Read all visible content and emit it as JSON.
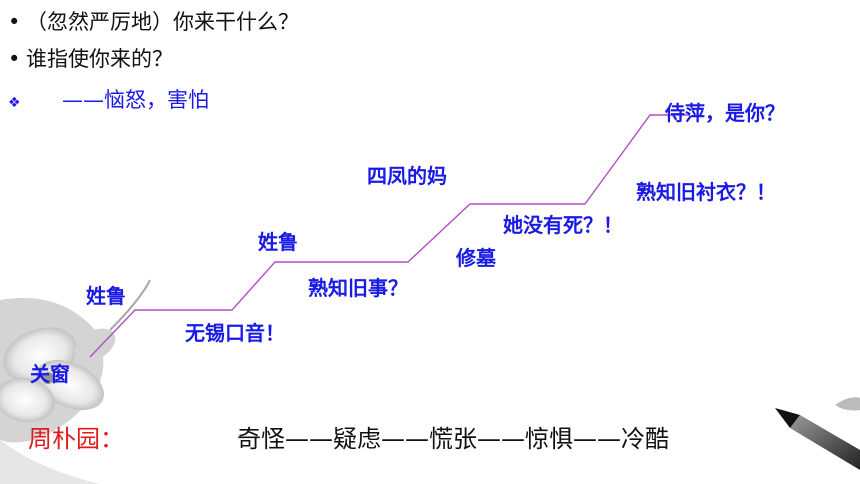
{
  "bullets": [
    {
      "marker": "•",
      "text": "（忽然严厉地）你来干什么？"
    },
    {
      "marker": "•",
      "text": "谁指使你来的？"
    }
  ],
  "emotion": {
    "marker": "❖",
    "text": "——恼怒，害怕"
  },
  "steps": {
    "guanchuang": "关窗",
    "xinglu_1": "姓鲁",
    "wuxi_accent": "无锡口音！",
    "xinglu_2": "姓鲁",
    "shuzhi_jiushi": "熟知旧事？",
    "sifeng_ma": "四凤的妈",
    "xiumu": "修墓",
    "ta_mei_si": "她没有死？！",
    "shiping_shi_ni": "侍萍，是你？",
    "shuzhi_chenyi": "熟知旧衬衣？！"
  },
  "conclusion": {
    "speaker": "周朴园：",
    "chain": "奇怪——疑虑——慌张——惊惧——冷酷"
  },
  "colors": {
    "accent_blue": "#1a1ae6",
    "speaker_red": "#e01b1b",
    "step_line": "#b44fc8"
  }
}
